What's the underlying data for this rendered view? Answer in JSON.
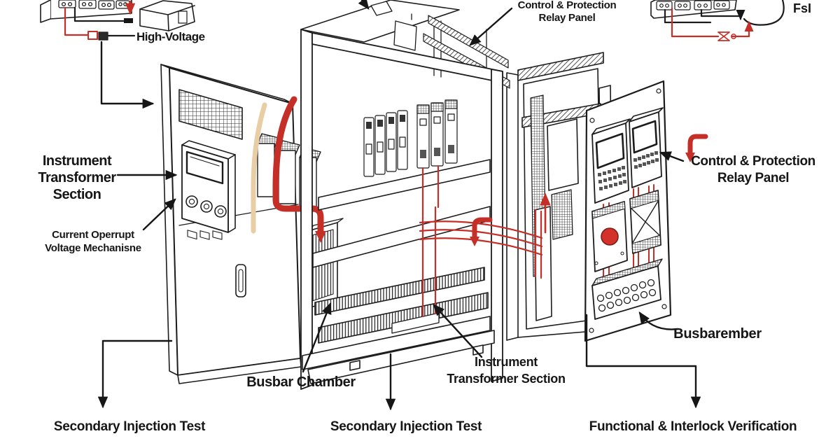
{
  "labels": {
    "high_voltage": "High-Voltage",
    "cp_top_line1": "Control & Protection",
    "cp_top_line2": "Relay Panel",
    "fsi": "FsI",
    "its_left_line1": "Instrument",
    "its_left_line2": "Transformer",
    "its_left_line3": "Section",
    "current_line1": "Current Operrupt",
    "current_line2": "Voltage Mechanisne",
    "busbar_chamber": "Busbar Chamber",
    "its_bottom_line1": "Instrument",
    "its_bottom_line2": "Transformer Section",
    "sit_left": "Secondary Injection Test",
    "sit_center": "Secondary Injection Test",
    "functional_interlock": "Functional & Interlock Verification",
    "cp_right_line1": "Control & Protection",
    "cp_right_line2": "Relay Panel",
    "busbarember": "Busbarember"
  },
  "colors": {
    "ink": "#1c1c1c",
    "wire_red": "#c43028",
    "cable_tan": "#e9cda5",
    "button_red": "#d3322a"
  }
}
